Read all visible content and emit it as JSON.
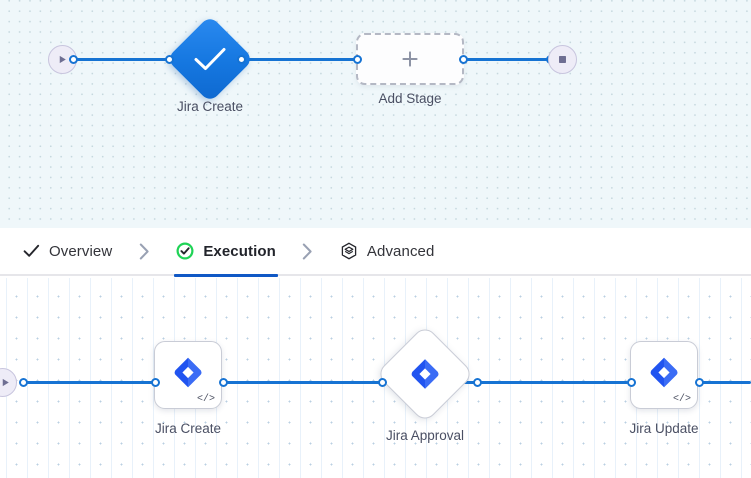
{
  "top_canvas": {
    "name": "pipeline-overview-canvas",
    "background_color": "#eff7fa",
    "start_node": {
      "icon": "play-icon",
      "title": "Start"
    },
    "end_node": {
      "icon": "stop-square-icon",
      "title": "End"
    },
    "stages": [
      {
        "label": "Jira Create",
        "icon": "check-icon",
        "shape": "diamond",
        "color": "#1577e0"
      }
    ],
    "add_stage": {
      "label": "Add Stage",
      "icon": "plus-icon"
    }
  },
  "tabs": {
    "items": [
      {
        "label": "Overview",
        "icon": "check-icon",
        "active": false
      },
      {
        "label": "Execution",
        "icon": "check-circle-green-icon",
        "active": true
      },
      {
        "label": "Advanced",
        "icon": "hexagon-layers-icon",
        "active": false
      }
    ],
    "separator_icon": "chevron-right-icon",
    "active_underline_color": "#1058c5"
  },
  "bottom_canvas": {
    "name": "execution-steps-canvas",
    "background_color": "#ffffff",
    "start_node": {
      "icon": "play-icon",
      "title": "Start"
    },
    "steps": [
      {
        "label": "Jira Create",
        "icon": "jira-icon",
        "shape": "rounded-square",
        "badge": "</>"
      },
      {
        "label": "Jira Approval",
        "icon": "jira-icon",
        "shape": "diamond",
        "badge": ""
      },
      {
        "label": "Jira Update",
        "icon": "jira-icon",
        "shape": "rounded-square",
        "badge": "</>"
      }
    ],
    "edge_color": "#1673d3"
  }
}
